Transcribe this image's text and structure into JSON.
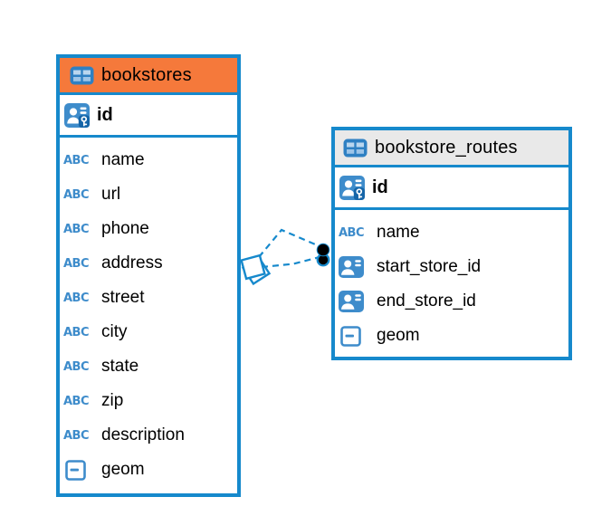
{
  "diagram": {
    "colors": {
      "accent_blue": "#1689CC",
      "icon_blue": "#3E8CCB",
      "icon_dark_blue": "#1565A8",
      "header_orange": "#F5793B",
      "header_gray": "#E9E9E9",
      "background": "#FFFFFF",
      "text": "#000000",
      "marker_black": "#000000"
    },
    "icons": {
      "text_type_glyph": "ABC"
    },
    "tables": [
      {
        "name": "bookstores",
        "header_style": "orange",
        "primary_key": {
          "label": "id"
        },
        "columns": [
          {
            "label": "name",
            "type_icon": "text-type-icon"
          },
          {
            "label": "url",
            "type_icon": "text-type-icon"
          },
          {
            "label": "phone",
            "type_icon": "text-type-icon"
          },
          {
            "label": "address",
            "type_icon": "text-type-icon"
          },
          {
            "label": "street",
            "type_icon": "text-type-icon"
          },
          {
            "label": "city",
            "type_icon": "text-type-icon"
          },
          {
            "label": "state",
            "type_icon": "text-type-icon"
          },
          {
            "label": "zip",
            "type_icon": "text-type-icon"
          },
          {
            "label": "description",
            "type_icon": "text-type-icon"
          },
          {
            "label": "geom",
            "type_icon": "geometry-type-icon"
          }
        ]
      },
      {
        "name": "bookstore_routes",
        "header_style": "gray",
        "primary_key": {
          "label": "id"
        },
        "columns": [
          {
            "label": "name",
            "type_icon": "text-type-icon"
          },
          {
            "label": "start_store_id",
            "type_icon": "foreign-key-icon"
          },
          {
            "label": "end_store_id",
            "type_icon": "foreign-key-icon"
          },
          {
            "label": "geom",
            "type_icon": "geometry-type-icon"
          }
        ]
      }
    ],
    "relationship": {
      "from_table": "bookstores",
      "to_table": "bookstore_routes",
      "edge_count": 2,
      "line_style": "dashed",
      "from_marker": "overlapping-squares",
      "to_marker": "stacked-black-dots"
    }
  }
}
